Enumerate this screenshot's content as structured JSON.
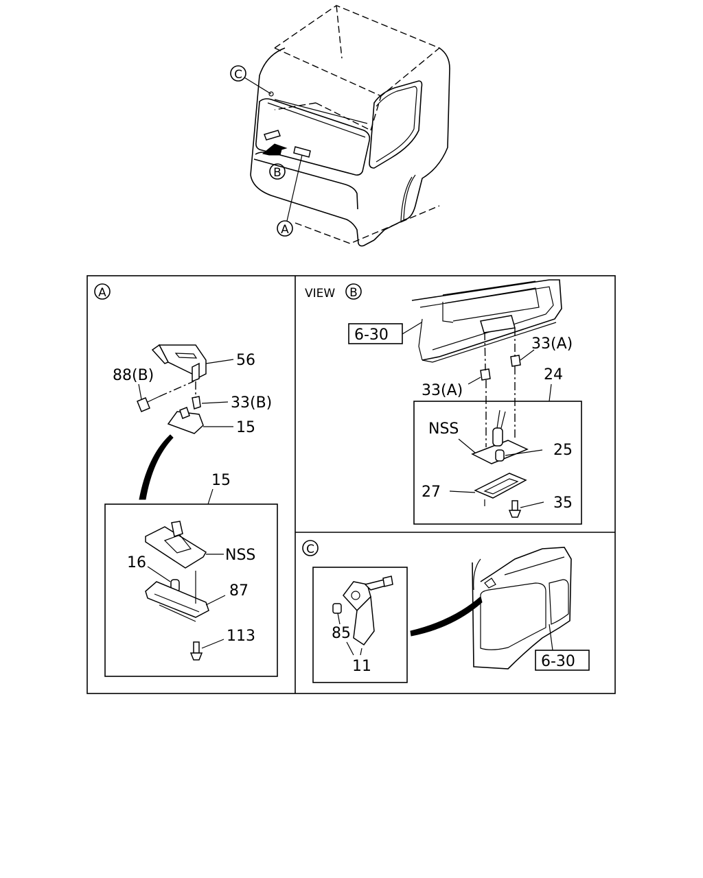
{
  "overview": {
    "callout_a": "A",
    "callout_b": "B",
    "callout_c": "C"
  },
  "panel_a": {
    "marker": "A",
    "labels": {
      "p56": "56",
      "p88b": "88(B)",
      "p33b": "33(B)",
      "p15_top": "15",
      "p15_box": "15",
      "pNSS": "NSS",
      "p16": "16",
      "p87": "87",
      "p113": "113"
    }
  },
  "panel_b": {
    "view_text": "VIEW",
    "marker": "B",
    "ref_box": "6-30",
    "labels": {
      "p33a_right": "33(A)",
      "p33a_left": "33(A)",
      "p24": "24",
      "pNSS": "NSS",
      "p25": "25",
      "p27": "27",
      "p35": "35"
    }
  },
  "panel_c": {
    "marker": "C",
    "ref_box": "6-30",
    "labels": {
      "p85": "85",
      "p11": "11"
    }
  }
}
